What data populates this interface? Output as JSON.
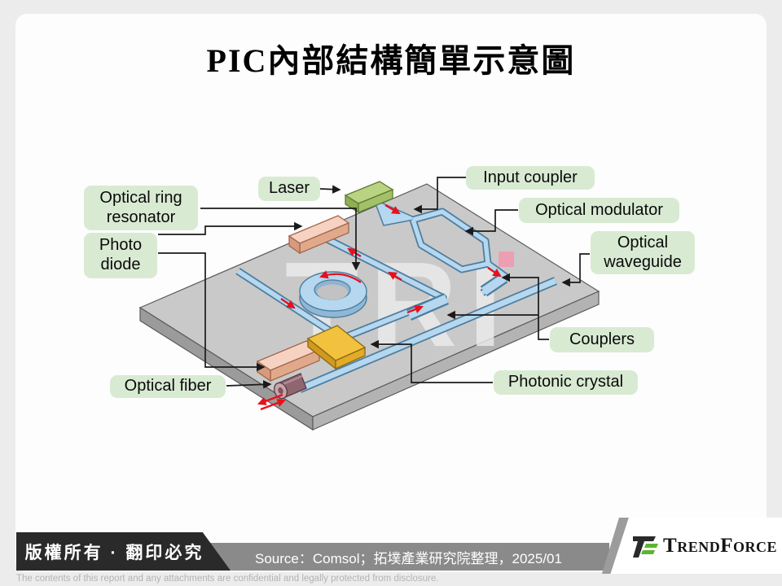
{
  "slide": {
    "title": "PIC內部結構簡單示意圖"
  },
  "diagram": {
    "labels": {
      "ring_resonator": {
        "line1": "Optical ring",
        "line2": "resonator"
      },
      "photo_diode": {
        "line1": "Photo",
        "line2": "diode"
      },
      "laser": {
        "line1": "Laser"
      },
      "input_coupler": {
        "line1": "Input coupler"
      },
      "optical_modulator": {
        "line1": "Optical modulator"
      },
      "optical_waveguide": {
        "line1": "Optical",
        "line2": "waveguide"
      },
      "couplers": {
        "line1": "Couplers"
      },
      "photonic_crystal": {
        "line1": "Photonic crystal"
      },
      "optical_fiber": {
        "line1": "Optical fiber"
      }
    },
    "watermark": {
      "text": "TRI"
    },
    "colors": {
      "label_bg": "#d9ead3",
      "chip_top": "#c9c9c9",
      "chip_side_left": "#9b9b9b",
      "chip_side_right": "#b3b3b3",
      "waveguide_fill": "#b5d7ef",
      "waveguide_outline": "#4e7d9e",
      "laser_green": "#b9d382",
      "photodiode_salmon": "#f6d2c2",
      "photonic_crystal_yellow": "#f2c23e",
      "fiber_brown": "#8d6670",
      "light_arrow_red": "#e8101a",
      "pointer_black": "#1a1a1a",
      "watermark_pink": "#ec9fb2"
    }
  },
  "footer": {
    "copyright": "版權所有 · 翻印必究",
    "source": "Source：Comsol；拓墣產業研究院整理，2025/01",
    "brand": "TrendForce",
    "disclaimer": "The contents of this report and any attachments are confidential and legally protected from disclosure."
  }
}
